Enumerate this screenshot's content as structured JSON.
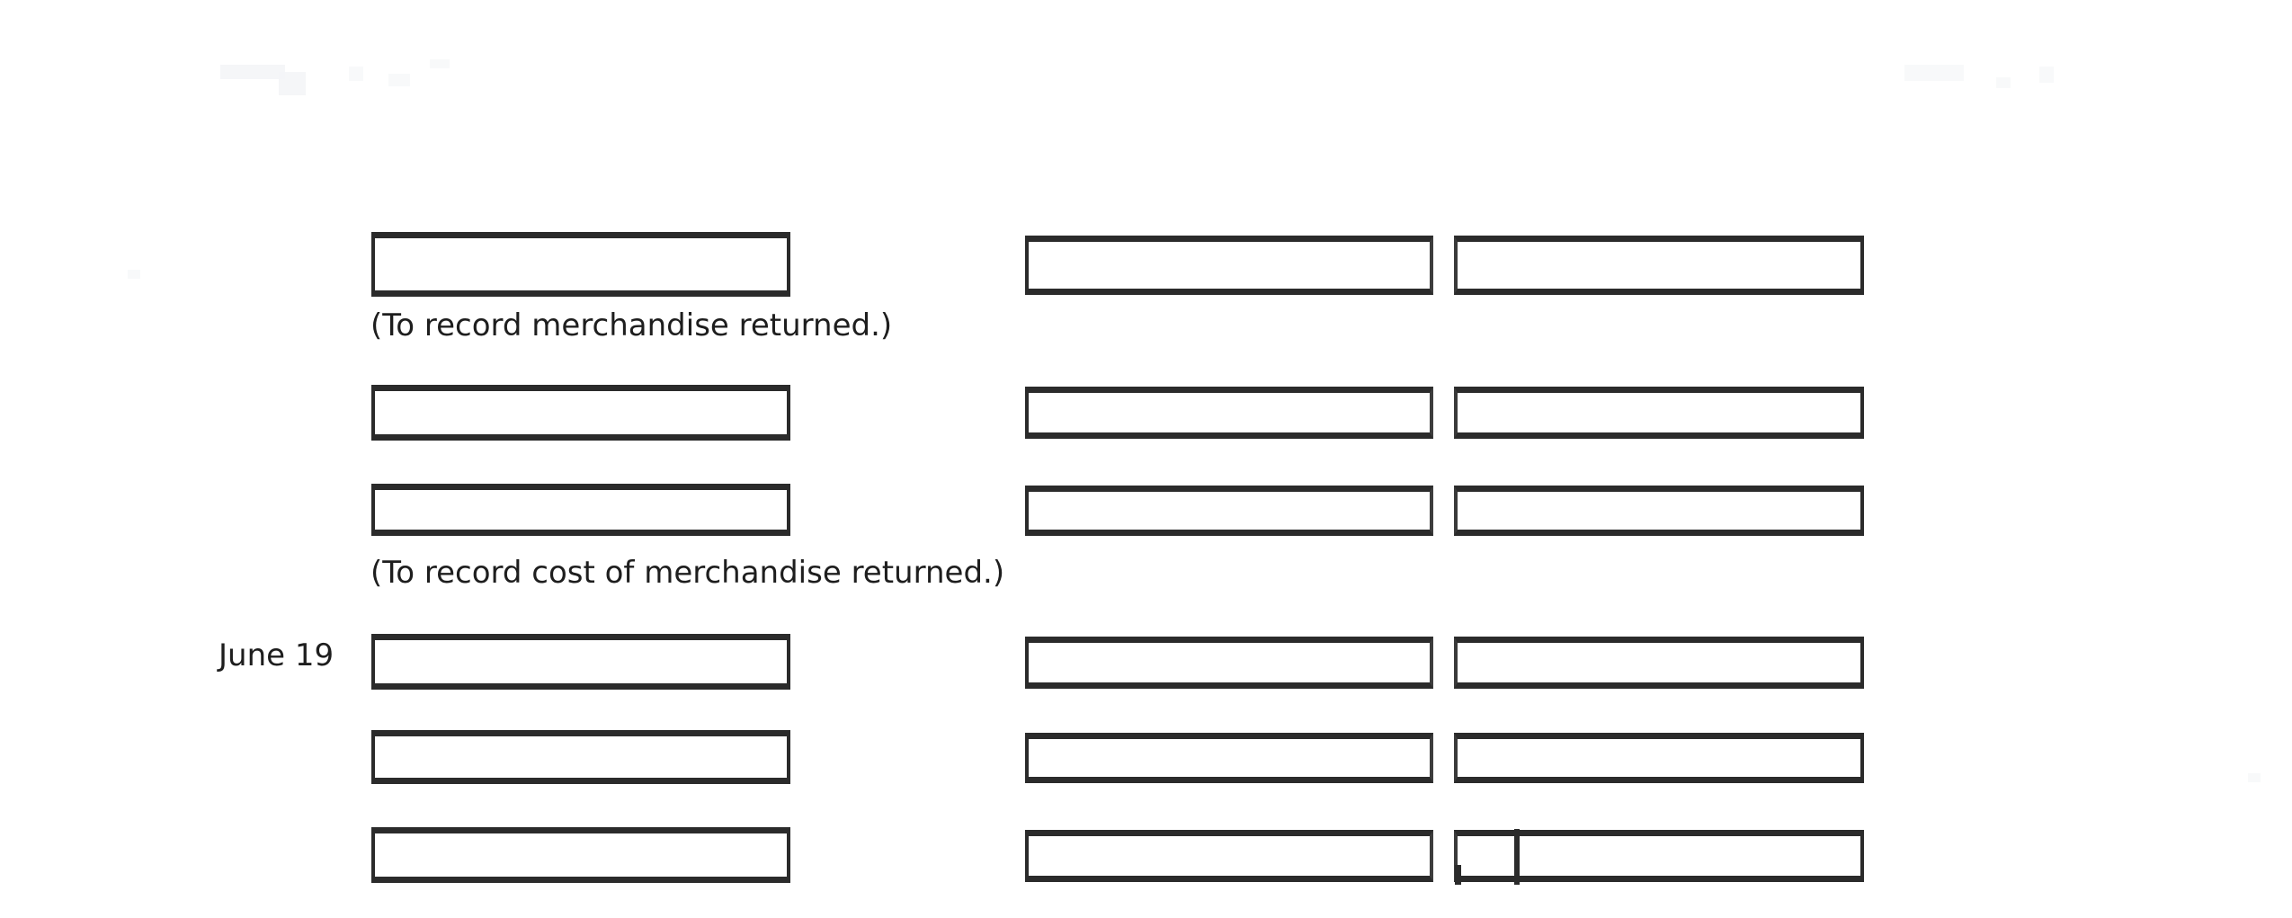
{
  "document": {
    "kind": "accounting-journal-worksheet",
    "background_color": "#ffffff",
    "ink_color": "#2b2b2b"
  },
  "entries": [
    {
      "id": "entry-group-1",
      "date": "",
      "rows": [
        {
          "row": 1,
          "account": "",
          "debit": "",
          "credit": ""
        }
      ],
      "caption": "(To record merchandise returned.)"
    },
    {
      "id": "entry-group-2",
      "date": "",
      "rows": [
        {
          "row": 2,
          "account": "",
          "debit": "",
          "credit": ""
        },
        {
          "row": 3,
          "account": "",
          "debit": "",
          "credit": ""
        }
      ],
      "caption": "(To record cost of merchandise returned.)"
    },
    {
      "id": "entry-group-3",
      "date": "June 19",
      "rows": [
        {
          "row": 4,
          "account": "",
          "debit": "",
          "credit": ""
        },
        {
          "row": 5,
          "account": "",
          "debit": "",
          "credit": ""
        },
        {
          "row": 6,
          "account": "",
          "debit": "",
          "credit": ""
        }
      ],
      "caption": ""
    }
  ],
  "captions": {
    "merchandise_returned": "(To record merchandise returned.)",
    "cost_of_merchandise_returned": "(To record cost of merchandise returned.)"
  },
  "date_labels": {
    "june_19": "June 19"
  },
  "fields": {
    "placeholder": ""
  }
}
